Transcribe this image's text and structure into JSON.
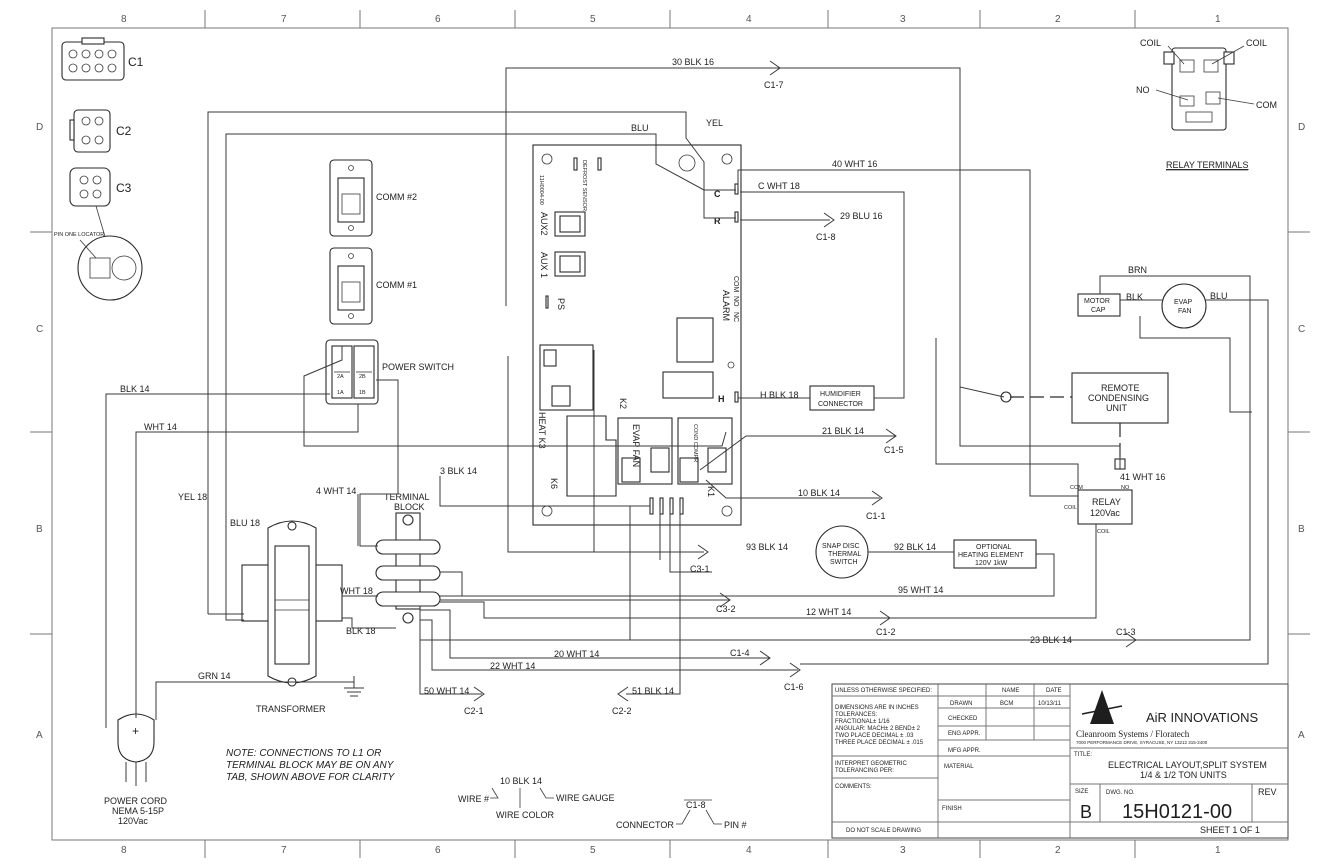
{
  "zones": {
    "columns": [
      "8",
      "7",
      "6",
      "5",
      "4",
      "3",
      "2",
      "1"
    ],
    "rows": [
      "D",
      "C",
      "B",
      "A"
    ]
  },
  "connectors": {
    "c1": "C1",
    "c2": "C2",
    "c3": "C3",
    "pin_one": "PIN ONE LOCATOR"
  },
  "relay_terminals": {
    "title": "RELAY TERMINALS",
    "coil_left": "COIL",
    "coil_right": "COIL",
    "no": "NO",
    "com": "COM"
  },
  "board": {
    "part_no": "11H0004-00",
    "defrost": "DEFROST SENSOR",
    "aux2": "AUX2",
    "aux1": "AUX 1",
    "ps": "PS",
    "c": "C",
    "r": "R",
    "h": "H",
    "alarm": "ALARM",
    "alarm_com": "COM",
    "alarm_no": "NO",
    "alarm_nc": "NC",
    "heat_k3": "HEAT K3",
    "k2": "K2",
    "evap_fan": "EVAP FAN",
    "cond_compr": "COND COMPR",
    "k1": "K1",
    "k6": "K6"
  },
  "comm2": "COMM #2",
  "comm1": "COMM #1",
  "power_switch": {
    "label": "POWER SWITCH",
    "t2a": "2A",
    "t2b": "2B",
    "t1a": "1A",
    "t1b": "1B"
  },
  "terminal_block": "TERMINAL BLOCK",
  "transformer": "TRANSFORMER",
  "power_cord": {
    "title": "POWER CORD",
    "line2": "NEMA 5-15P",
    "line3": "120Vac"
  },
  "humidifier": {
    "line1": "HUMIDIFIER",
    "line2": "CONNECTOR"
  },
  "motor_cap": {
    "line1": "MOTOR",
    "line2": "CAP"
  },
  "evap_fan": {
    "line1": "EVAP",
    "line2": "FAN"
  },
  "remote_unit": {
    "line1": "REMOTE",
    "line2": "CONDENSING",
    "line3": "UNIT"
  },
  "relay": {
    "line1": "RELAY",
    "line2": "120Vac",
    "com": "COM",
    "no": "NO",
    "coil1": "COIL",
    "coil2": "COIL"
  },
  "snap_disc": {
    "line1": "SNAP DISC",
    "line2": "THERMAL",
    "line3": "SWITCH"
  },
  "heater": {
    "line1": "OPTIONAL",
    "line2": "HEATING ELEMENT",
    "line3": "120V 1kW"
  },
  "wires": {
    "w30": "30 BLK 16",
    "c17": "C1-7",
    "blu": "BLU",
    "yel": "YEL",
    "w40": "40 WHT 16",
    "cwht": "C WHT 18",
    "w29": "29 BLU 16",
    "c18": "C1-8",
    "brn": "BRN",
    "blk": "BLK",
    "blu2": "BLU",
    "hblk": "H BLK 18",
    "w21": "21 BLK 14",
    "c15": "C1-5",
    "w41": "41 WHT 16",
    "w10": "10 BLK 14",
    "c11": "C1-1",
    "w93": "93 BLK 14",
    "c31": "C3-1",
    "w92": "92 BLK 14",
    "w95": "95 WHT 14",
    "c32": "C3-2",
    "w12": "12 WHT 14",
    "c12": "C1-2",
    "w23": "23 BLK 14",
    "c13": "C1-3",
    "w20": "20 WHT 14",
    "c14": "C1-4",
    "w22": "22 WHT 14",
    "c16": "C1-6",
    "w50": "50 WHT 14",
    "c21": "C2-1",
    "w51": "51 BLK 14",
    "c22": "C2-2",
    "blk14": "BLK 14",
    "wht14": "WHT 14",
    "w3": "3 BLK 14",
    "w4": "4 WHT 14",
    "yel18": "YEL 18",
    "blu18": "BLU 18",
    "wht18": "WHT 18",
    "blk18": "BLK 18",
    "grn14": "GRN 14"
  },
  "note": {
    "line1": "NOTE:  CONNECTIONS TO L1 OR",
    "line2": "TERMINAL BLOCK MAY BE ON ANY",
    "line3": "TAB, SHOWN ABOVE FOR CLARITY"
  },
  "legend": {
    "example": "10 BLK 14",
    "wire_no": "WIRE #",
    "wire_gauge": "WIRE GAUGE",
    "wire_color": "WIRE COLOR",
    "conn_example": "C1-8",
    "connector": "CONNECTOR",
    "pin": "PIN #"
  },
  "title_block": {
    "unless": "UNLESS OTHERWISE SPECIFIED:",
    "dims1": "DIMENSIONS ARE IN INCHES",
    "dims2": "TOLERANCES:",
    "dims3": "FRACTIONAL±  1/16",
    "dims4": "ANGULAR: MACH± 2  BEND± 2",
    "dims5": "TWO PLACE DECIMAL   ±  .03",
    "dims6": "THREE PLACE DECIMAL  ± .015",
    "interp1": "INTERPRET GEOMETRIC",
    "interp2": "TOLERANCING PER:",
    "comments": "COMMENTS:",
    "no_scale": "DO NOT SCALE DRAWING",
    "name": "NAME",
    "date": "DATE",
    "drawn": "DRAWN",
    "drawn_name": "BCM",
    "drawn_date": "10/13/11",
    "checked": "CHECKED",
    "eng": "ENG APPR.",
    "mfg": "MFG APPR.",
    "material": "MATERIAL",
    "finish": "FINISH",
    "company": "AiR INNOVATIONS",
    "sub1": "Cleanroom Systems  /  Floratech",
    "sub2": "7000 PERFORMANCE DRIVE, SYRACUSE, NY  13212  315-2400",
    "title_lbl": "TITLE:",
    "title1": "ELECTRICAL LAYOUT,SPLIT SYSTEM",
    "title2": "1/4 & 1/2 TON UNITS",
    "size_lbl": "SIZE",
    "size": "B",
    "dwg_lbl": "DWG.  NO.",
    "dwg": "15H0121-00",
    "rev_lbl": "REV",
    "sheet": "SHEET 1 OF 1"
  }
}
